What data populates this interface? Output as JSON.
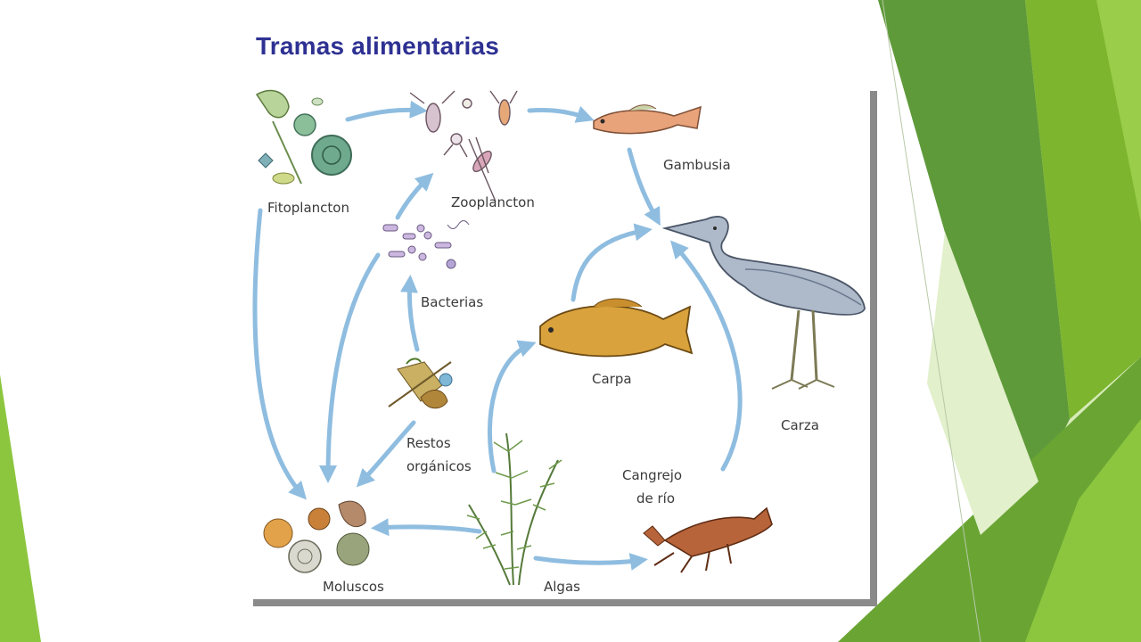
{
  "slide": {
    "title": "Tramas alimentarias"
  },
  "colors": {
    "title": "#2e3192",
    "arrows": "#8fbde0",
    "green_dark": "#5f9a3a",
    "green_mid": "#7db52e",
    "green_light": "#c6e39a"
  },
  "food_web": {
    "organisms": {
      "fitoplancton": "Fitoplancton",
      "zooplancton": "Zooplancton",
      "gambusia": "Gambusia",
      "bacterias": "Bacterias",
      "carpa": "Carpa",
      "carza": "Carza",
      "restos_line1": "Restos",
      "restos_line2": "orgánicos",
      "cangrejo_line1": "Cangrejo",
      "cangrejo_line2": "de río",
      "moluscos": "Moluscos",
      "algas": "Algas"
    }
  }
}
